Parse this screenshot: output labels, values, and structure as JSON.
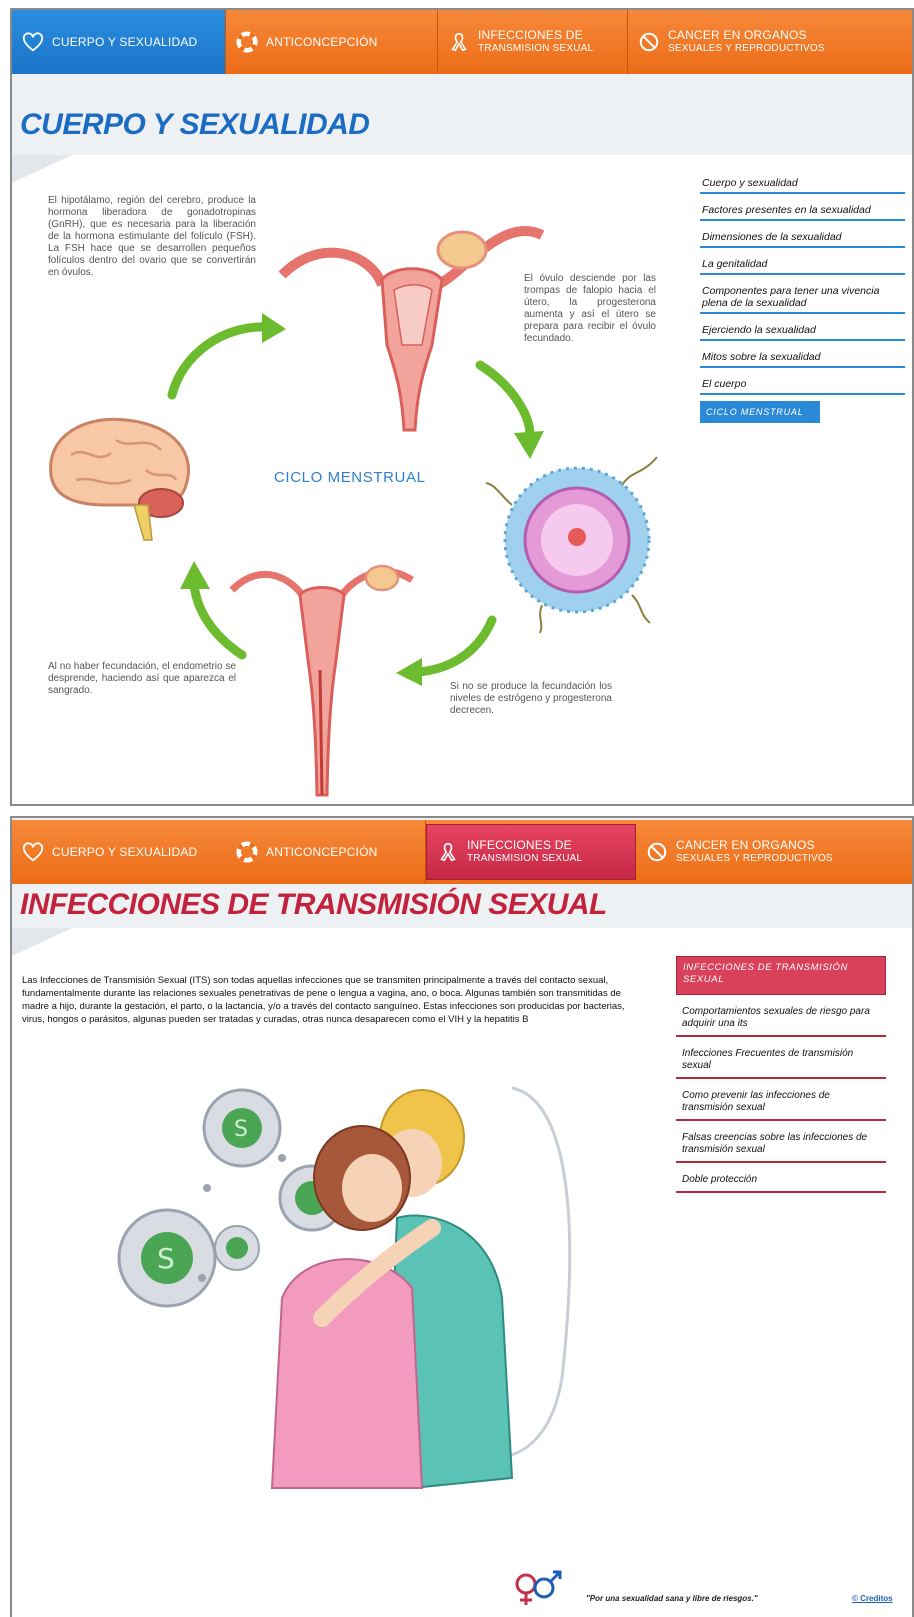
{
  "nav": {
    "tabs": [
      {
        "label": "CUERPO Y SEXUALIDAD"
      },
      {
        "label": "ANTICONCEPCIÓN"
      },
      {
        "line1": "INFECCIONES DE",
        "line2": "TRANSMISION SEXUAL"
      },
      {
        "line1": "CANCER EN ORGANOS",
        "line2": "SEXUALES Y REPRODUCTIVOS"
      }
    ]
  },
  "page1": {
    "title": "CUERPO Y SEXUALIDAD",
    "cycle_label": "CICLO MENSTRUAL",
    "notes": {
      "hypothalamus": "El hipotálamo, región del cerebro, produce la hormona liberadora de gonadotropinas (GnRH), que es necesaria para la liberación de la hormona estimulante del folículo (FSH). La FSH hace que se desarrollen pequeños folículos dentro del ovario que se convertirán en óvulos.",
      "ovulo": "El óvulo desciende por las trompas de falopio hacia el útero, la progesterona aumenta y así el útero se prepara para recibir el óvulo fecundado.",
      "no_fecundacion": "Si no se produce la fecundación los niveles de estrógeno y progesterona decrecen.",
      "endometrio": "Al no haber fecundación, el endometrio se desprende, haciendo así que aparezca el sangrado."
    },
    "menu": [
      "Cuerpo y sexualidad",
      "Factores presentes en la sexualidad",
      "Dimensiones de la sexualidad",
      "La genitalidad",
      "Componentes para tener una vivencia plena de la sexualidad",
      "Ejerciendo la sexualidad",
      "Mitos sobre la sexualidad",
      "El cuerpo",
      "CICLO MENSTRUAL"
    ]
  },
  "page2": {
    "title": "INFECCIONES DE TRANSMISIÓN SEXUAL",
    "intro": "Las Infecciones de Transmisión Sexual (ITS) son todas aquellas infecciones que se transmiten principalmente a través del contacto sexual, fundamentalmente durante las relaciones sexuales penetrativas de pene o lengua a vagina, ano, o boca. Algunas también son transmitidas de madre a hijo, durante la gestación, el parto, o la lactancia, y/o a través del contacto sanguíneo. Estas infecciones son producidas por bacterias, virus, hongos o parásitos, algunas pueden ser tratadas y curadas, otras nunca desaparecen como el VIH y la hepatitis B",
    "menu": [
      "INFECCIONES DE TRANSMISIÓN SEXUAL",
      "Comportamientos sexuales de riesgo para adquirir una its",
      "Infecciones Frecuentes de transmisión sexual",
      "Como prevenir las infecciones de transmisión sexual",
      "Falsas creencias sobre las infecciones de transmisión sexual",
      "Doble protección"
    ]
  },
  "footer": {
    "quote": "\"Por una sexualidad sana y libre de riesgos.\"",
    "credits": "© Creditos"
  },
  "colors": {
    "nav_orange": "#ec6c17",
    "active_blue": "#1b74c7",
    "active_red": "#c52845",
    "title_blue": "#1c6cc4",
    "title_red": "#c3223c"
  },
  "icons": {
    "tab1": "heart-icon",
    "tab2": "lifebuoy-icon",
    "tab3": "ribbon-icon",
    "tab4": "prohibited-icon"
  }
}
